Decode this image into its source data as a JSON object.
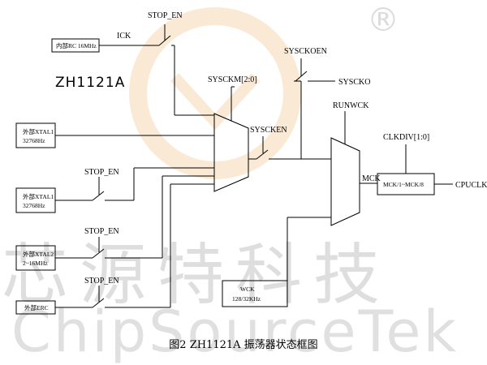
{
  "watermark": {
    "brand_cn": "芯源特科技",
    "brand_en": "ChipSourceTek",
    "registered_mark": "®"
  },
  "chip_title": "ZH1121A",
  "signals": {
    "stop_en": "STOP_EN",
    "ick": "ICK",
    "sysckm": "SYSCKM[2:0]",
    "sysckoen": "SYSCKOEN",
    "sysco": "SYSCKO",
    "sycken": "SYSCKEN",
    "runwck": "RUNWCK",
    "clkdiv": "CLKDIV[1:0]",
    "mck": "MCK",
    "cpuclk": "CPUCLK"
  },
  "blocks": {
    "internal_rc": "内部RC 16MHz",
    "ext_xtal1_a": [
      "外部XTAL1",
      "32768Hz"
    ],
    "ext_xtal1_b": [
      "外部XTAL1",
      "32768Hz"
    ],
    "ext_xtal2": [
      "外部XTAL2",
      "2~16MHz"
    ],
    "ext_erc": "外部ERC",
    "wck": [
      "WCK",
      "128/32KHz"
    ],
    "divider": "MCK/1~MCK/8"
  },
  "caption": "图2 ZH1121A 振荡器状态框图"
}
